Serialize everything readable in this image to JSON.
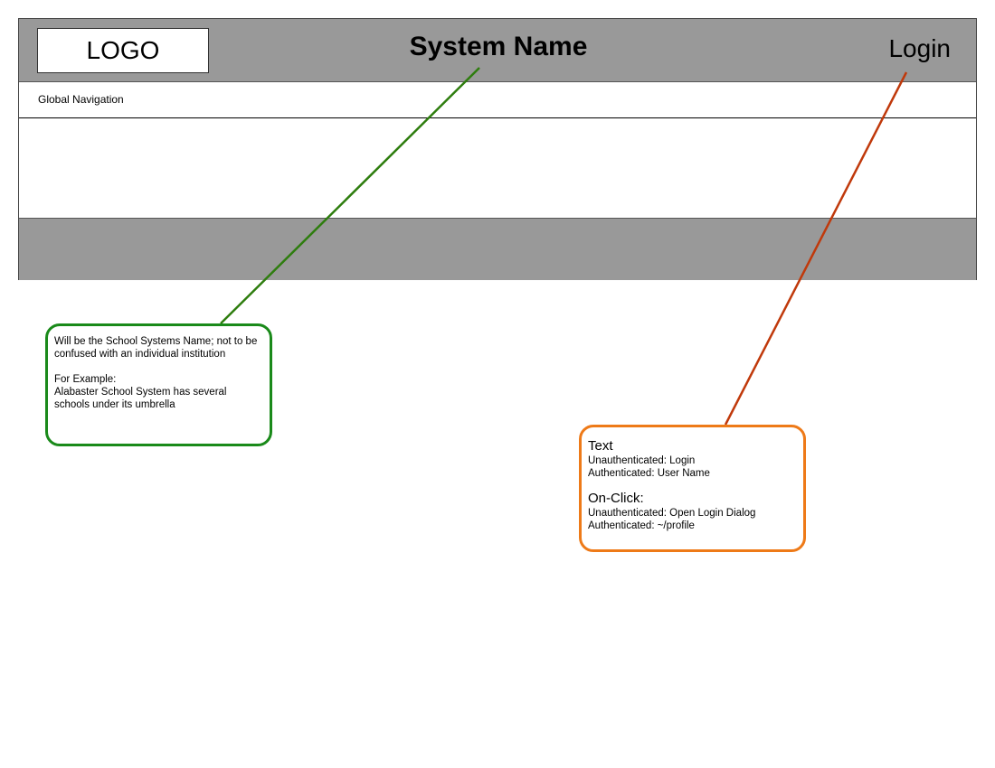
{
  "wireframe": {
    "logo_label": "LOGO",
    "system_name": "System Name",
    "login_label": "Login",
    "global_nav_label": "Global Navigation"
  },
  "notes": {
    "system_name_note": {
      "line1": "Will be the School Systems Name; not to be",
      "line2": "confused with an individual institution",
      "line3": "For Example:",
      "line4": "Alabaster School System has several",
      "line5": "schools under its umbrella"
    },
    "login_note": {
      "text_heading": "Text",
      "text_unauth": "Unauthenticated: Login",
      "text_auth": "Authenticated: User Name",
      "onclick_heading": "On-Click:",
      "onclick_unauth": "Unauthenticated: Open Login Dialog",
      "onclick_auth": "Authenticated: ~/profile"
    }
  },
  "colors": {
    "header_bg": "#999999",
    "footer_bg": "#999999",
    "system_note_border": "#1a8a1a",
    "system_connector": "#2e7d0e",
    "login_note_border": "#ee7a18",
    "login_connector": "#c0390b"
  }
}
